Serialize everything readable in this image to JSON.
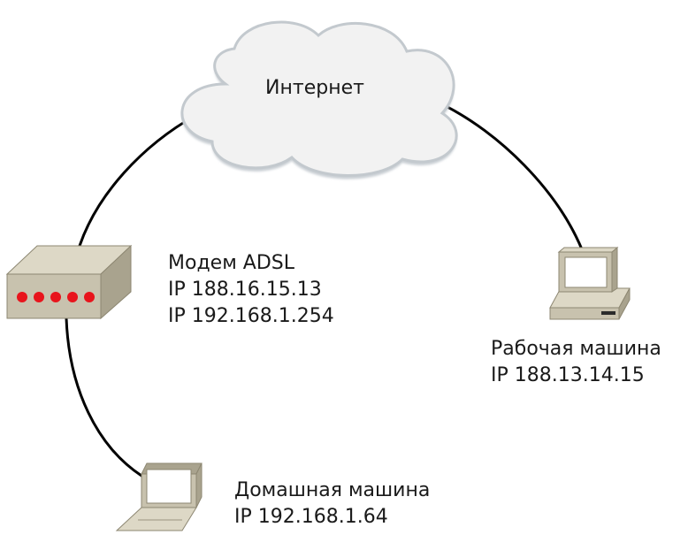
{
  "cloud": {
    "label": "Интернет"
  },
  "modem": {
    "name": "Модем ADSL",
    "ip_lines": [
      "IP 188.16.15.13",
      "IP 192.168.1.254"
    ],
    "led_color": "#e8141c"
  },
  "work_machine": {
    "name": "Рабочая машина",
    "ip": "IP 188.13.14.15"
  },
  "home_machine": {
    "name": "Домашная машина",
    "ip": "IP 192.168.1.64"
  },
  "colors": {
    "link": "#000000",
    "cloud_fill": "#f2f2f2",
    "cloud_stroke": "#c9cfd4",
    "device_body": "#c8c2ae",
    "device_dark": "#9a9480",
    "screen": "#ffffff"
  },
  "icons": {
    "cloud": "internet-cloud-icon",
    "modem": "adsl-modem-icon",
    "work": "desktop-computer-icon",
    "home": "laptop-icon"
  }
}
